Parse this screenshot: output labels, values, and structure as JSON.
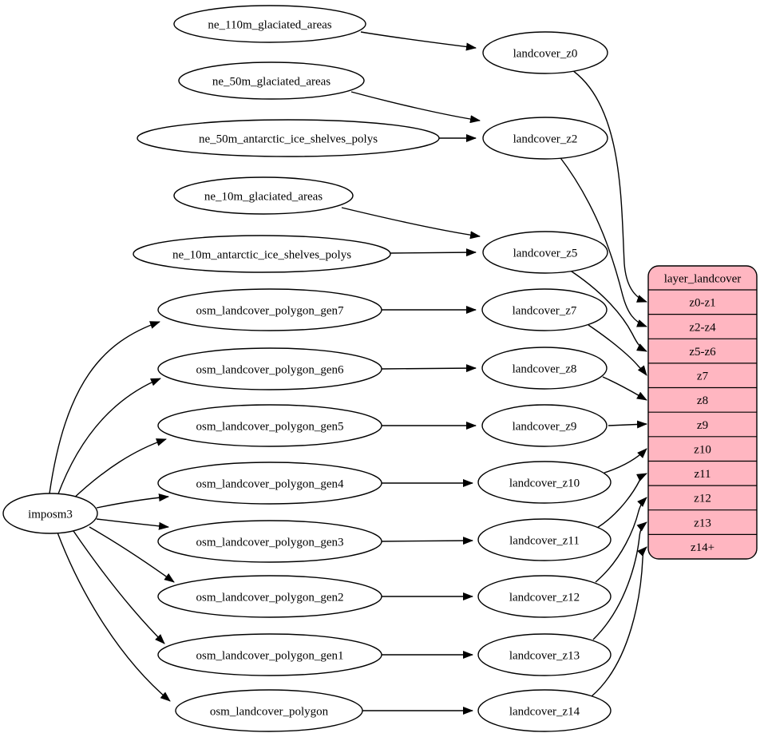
{
  "diagram": {
    "background": "#ffffff",
    "edge_color": "#000000",
    "node_fill": "#ffffff",
    "node_stroke": "#000000",
    "importer": {
      "label": "imposm3"
    },
    "sources": [
      {
        "label": "ne_110m_glaciated_areas"
      },
      {
        "label": "ne_50m_glaciated_areas"
      },
      {
        "label": "ne_50m_antarctic_ice_shelves_polys"
      },
      {
        "label": "ne_10m_glaciated_areas"
      },
      {
        "label": "ne_10m_antarctic_ice_shelves_polys"
      },
      {
        "label": "osm_landcover_polygon_gen7"
      },
      {
        "label": "osm_landcover_polygon_gen6"
      },
      {
        "label": "osm_landcover_polygon_gen5"
      },
      {
        "label": "osm_landcover_polygon_gen4"
      },
      {
        "label": "osm_landcover_polygon_gen3"
      },
      {
        "label": "osm_landcover_polygon_gen2"
      },
      {
        "label": "osm_landcover_polygon_gen1"
      },
      {
        "label": "osm_landcover_polygon"
      }
    ],
    "intermediates": [
      {
        "label": "landcover_z0"
      },
      {
        "label": "landcover_z2"
      },
      {
        "label": "landcover_z5"
      },
      {
        "label": "landcover_z7"
      },
      {
        "label": "landcover_z8"
      },
      {
        "label": "landcover_z9"
      },
      {
        "label": "landcover_z10"
      },
      {
        "label": "landcover_z11"
      },
      {
        "label": "landcover_z12"
      },
      {
        "label": "landcover_z13"
      },
      {
        "label": "landcover_z14"
      }
    ],
    "table": {
      "title": "layer_landcover",
      "fill": "#ffb6c1",
      "stroke": "#000000",
      "rows": [
        "z0-z1",
        "z2-z4",
        "z5-z6",
        "z7",
        "z8",
        "z9",
        "z10",
        "z11",
        "z12",
        "z13",
        "z14+"
      ]
    },
    "edges": [
      {
        "from": "imposm3",
        "to": "osm_landcover_polygon_gen7"
      },
      {
        "from": "imposm3",
        "to": "osm_landcover_polygon_gen6"
      },
      {
        "from": "imposm3",
        "to": "osm_landcover_polygon_gen5"
      },
      {
        "from": "imposm3",
        "to": "osm_landcover_polygon_gen4"
      },
      {
        "from": "imposm3",
        "to": "osm_landcover_polygon_gen3"
      },
      {
        "from": "imposm3",
        "to": "osm_landcover_polygon_gen2"
      },
      {
        "from": "imposm3",
        "to": "osm_landcover_polygon_gen1"
      },
      {
        "from": "imposm3",
        "to": "osm_landcover_polygon"
      },
      {
        "from": "ne_110m_glaciated_areas",
        "to": "landcover_z0"
      },
      {
        "from": "ne_50m_glaciated_areas",
        "to": "landcover_z2"
      },
      {
        "from": "ne_50m_antarctic_ice_shelves_polys",
        "to": "landcover_z2"
      },
      {
        "from": "ne_10m_glaciated_areas",
        "to": "landcover_z5"
      },
      {
        "from": "ne_10m_antarctic_ice_shelves_polys",
        "to": "landcover_z5"
      },
      {
        "from": "osm_landcover_polygon_gen7",
        "to": "landcover_z7"
      },
      {
        "from": "osm_landcover_polygon_gen6",
        "to": "landcover_z8"
      },
      {
        "from": "osm_landcover_polygon_gen5",
        "to": "landcover_z9"
      },
      {
        "from": "osm_landcover_polygon_gen4",
        "to": "landcover_z10"
      },
      {
        "from": "osm_landcover_polygon_gen3",
        "to": "landcover_z11"
      },
      {
        "from": "osm_landcover_polygon_gen2",
        "to": "landcover_z12"
      },
      {
        "from": "osm_landcover_polygon_gen1",
        "to": "landcover_z13"
      },
      {
        "from": "osm_landcover_polygon",
        "to": "landcover_z14"
      },
      {
        "from": "landcover_z0",
        "to": "layer_landcover.z0-z1"
      },
      {
        "from": "landcover_z2",
        "to": "layer_landcover.z2-z4"
      },
      {
        "from": "landcover_z5",
        "to": "layer_landcover.z5-z6"
      },
      {
        "from": "landcover_z7",
        "to": "layer_landcover.z7"
      },
      {
        "from": "landcover_z8",
        "to": "layer_landcover.z8"
      },
      {
        "from": "landcover_z9",
        "to": "layer_landcover.z9"
      },
      {
        "from": "landcover_z10",
        "to": "layer_landcover.z10"
      },
      {
        "from": "landcover_z11",
        "to": "layer_landcover.z11"
      },
      {
        "from": "landcover_z12",
        "to": "layer_landcover.z12"
      },
      {
        "from": "landcover_z13",
        "to": "layer_landcover.z13"
      },
      {
        "from": "landcover_z14",
        "to": "layer_landcover.z14+"
      }
    ]
  }
}
